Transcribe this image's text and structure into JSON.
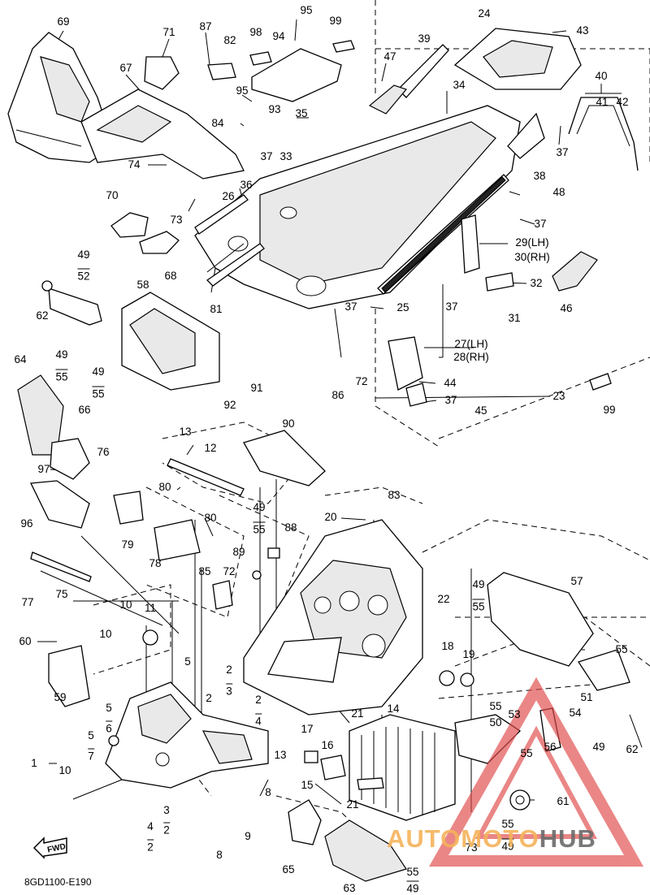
{
  "diagram": {
    "reference_code": "8GD1100-E190",
    "direction_label": "FWD",
    "watermark": {
      "part1": "AUTOMOTO",
      "part2": "HUB",
      "accent_color": "#e04646",
      "orange": "#f5b35a",
      "gray": "#6b6b6b"
    },
    "callouts": [
      {
        "id": "c1",
        "text": "69"
      },
      {
        "id": "c2",
        "text": "71"
      },
      {
        "id": "c3",
        "text": "87"
      },
      {
        "id": "c4",
        "text": "82"
      },
      {
        "id": "c5",
        "text": "98"
      },
      {
        "id": "c6",
        "text": "95"
      },
      {
        "id": "c7",
        "text": "94"
      },
      {
        "id": "c8",
        "text": "99"
      },
      {
        "id": "c9",
        "text": "24"
      },
      {
        "id": "c10",
        "text": "43"
      },
      {
        "id": "c11",
        "text": "39"
      },
      {
        "id": "c12",
        "text": "47"
      },
      {
        "id": "c13",
        "text": "67"
      },
      {
        "id": "c14",
        "text": "95"
      },
      {
        "id": "c15",
        "text": "93"
      },
      {
        "id": "c16",
        "text": "35"
      },
      {
        "id": "c17",
        "text": "34"
      },
      {
        "id": "c18",
        "text": "40"
      },
      {
        "id": "c19",
        "text": "41"
      },
      {
        "id": "c20",
        "text": "42"
      },
      {
        "id": "c21",
        "text": "84"
      },
      {
        "id": "c22",
        "text": "37"
      },
      {
        "id": "c23",
        "text": "33"
      },
      {
        "id": "c24",
        "text": "37"
      },
      {
        "id": "c25",
        "text": "74"
      },
      {
        "id": "c26",
        "text": "38"
      },
      {
        "id": "c27",
        "text": "36"
      },
      {
        "id": "c28",
        "text": "70"
      },
      {
        "id": "c29",
        "text": "26"
      },
      {
        "id": "c30",
        "text": "48"
      },
      {
        "id": "c31",
        "text": "73"
      },
      {
        "id": "c32",
        "text": "37"
      },
      {
        "id": "c33",
        "text": "29(LH)"
      },
      {
        "id": "c34",
        "text": "30(RH)"
      },
      {
        "id": "c35",
        "text": "49"
      },
      {
        "id": "c36",
        "text": "52"
      },
      {
        "id": "c37",
        "text": "68"
      },
      {
        "id": "c38",
        "text": "58"
      },
      {
        "id": "c39",
        "text": "32"
      },
      {
        "id": "c40",
        "text": "62"
      },
      {
        "id": "c41",
        "text": "81"
      },
      {
        "id": "c42",
        "text": "37"
      },
      {
        "id": "c43",
        "text": "25"
      },
      {
        "id": "c44",
        "text": "37"
      },
      {
        "id": "c45",
        "text": "46"
      },
      {
        "id": "c46",
        "text": "31"
      },
      {
        "id": "c47",
        "text": "27(LH)"
      },
      {
        "id": "c48",
        "text": "28(RH)"
      },
      {
        "id": "c49",
        "text": "64"
      },
      {
        "id": "c50",
        "text": "49"
      },
      {
        "id": "c51",
        "text": "55"
      },
      {
        "id": "c52",
        "text": "49"
      },
      {
        "id": "c53",
        "text": "55"
      },
      {
        "id": "c54",
        "text": "72"
      },
      {
        "id": "c55",
        "text": "86"
      },
      {
        "id": "c56",
        "text": "44"
      },
      {
        "id": "c57",
        "text": "37"
      },
      {
        "id": "c58",
        "text": "45"
      },
      {
        "id": "c59",
        "text": "23"
      },
      {
        "id": "c60",
        "text": "99"
      },
      {
        "id": "c61",
        "text": "91"
      },
      {
        "id": "c62",
        "text": "92"
      },
      {
        "id": "c63",
        "text": "90"
      },
      {
        "id": "c64",
        "text": "66"
      },
      {
        "id": "c65",
        "text": "13"
      },
      {
        "id": "c66",
        "text": "12"
      },
      {
        "id": "c67",
        "text": "76"
      },
      {
        "id": "c68",
        "text": "97"
      },
      {
        "id": "c69",
        "text": "80"
      },
      {
        "id": "c70",
        "text": "83"
      },
      {
        "id": "c71",
        "text": "49"
      },
      {
        "id": "c72",
        "text": "55"
      },
      {
        "id": "c73",
        "text": "20"
      },
      {
        "id": "c74",
        "text": "96"
      },
      {
        "id": "c75",
        "text": "79"
      },
      {
        "id": "c76",
        "text": "80"
      },
      {
        "id": "c77",
        "text": "88"
      },
      {
        "id": "c78",
        "text": "78"
      },
      {
        "id": "c79",
        "text": "89"
      },
      {
        "id": "c80",
        "text": "77"
      },
      {
        "id": "c81",
        "text": "75"
      },
      {
        "id": "c82",
        "text": "85"
      },
      {
        "id": "c83",
        "text": "72"
      },
      {
        "id": "c84",
        "text": "57"
      },
      {
        "id": "c85",
        "text": "49"
      },
      {
        "id": "c86",
        "text": "55"
      },
      {
        "id": "c87",
        "text": "22"
      },
      {
        "id": "c88",
        "text": "10"
      },
      {
        "id": "c89",
        "text": "11"
      },
      {
        "id": "c90",
        "text": "60"
      },
      {
        "id": "c91",
        "text": "10"
      },
      {
        "id": "c92",
        "text": "18"
      },
      {
        "id": "c93",
        "text": "19"
      },
      {
        "id": "c94",
        "text": "55"
      },
      {
        "id": "c95",
        "text": "5"
      },
      {
        "id": "c96",
        "text": "2"
      },
      {
        "id": "c97",
        "text": "3"
      },
      {
        "id": "c98",
        "text": "59"
      },
      {
        "id": "c99",
        "text": "2"
      },
      {
        "id": "c100",
        "text": "2"
      },
      {
        "id": "c101",
        "text": "4"
      },
      {
        "id": "c102",
        "text": "51"
      },
      {
        "id": "c103",
        "text": "5"
      },
      {
        "id": "c104",
        "text": "6"
      },
      {
        "id": "c105",
        "text": "55"
      },
      {
        "id": "c106",
        "text": "53"
      },
      {
        "id": "c107",
        "text": "54"
      },
      {
        "id": "c108",
        "text": "5"
      },
      {
        "id": "c109",
        "text": "7"
      },
      {
        "id": "c110",
        "text": "17"
      },
      {
        "id": "c111",
        "text": "21"
      },
      {
        "id": "c112",
        "text": "14"
      },
      {
        "id": "c113",
        "text": "50"
      },
      {
        "id": "c114",
        "text": "56"
      },
      {
        "id": "c115",
        "text": "49"
      },
      {
        "id": "c116",
        "text": "62"
      },
      {
        "id": "c117",
        "text": "1"
      },
      {
        "id": "c118",
        "text": "16"
      },
      {
        "id": "c119",
        "text": "13"
      },
      {
        "id": "c120",
        "text": "55"
      },
      {
        "id": "c121",
        "text": "10"
      },
      {
        "id": "c122",
        "text": "15"
      },
      {
        "id": "c123",
        "text": "8"
      },
      {
        "id": "c124",
        "text": "61"
      },
      {
        "id": "c125",
        "text": "3"
      },
      {
        "id": "c126",
        "text": "4"
      },
      {
        "id": "c127",
        "text": "2"
      },
      {
        "id": "c128",
        "text": "21"
      },
      {
        "id": "c129",
        "text": "9"
      },
      {
        "id": "c130",
        "text": "2"
      },
      {
        "id": "c131",
        "text": "55"
      },
      {
        "id": "c132",
        "text": "49"
      },
      {
        "id": "c133",
        "text": "8"
      },
      {
        "id": "c134",
        "text": "73"
      },
      {
        "id": "c135",
        "text": "65"
      },
      {
        "id": "c136",
        "text": "55"
      },
      {
        "id": "c137",
        "text": "49"
      },
      {
        "id": "c138",
        "text": "63"
      }
    ]
  }
}
